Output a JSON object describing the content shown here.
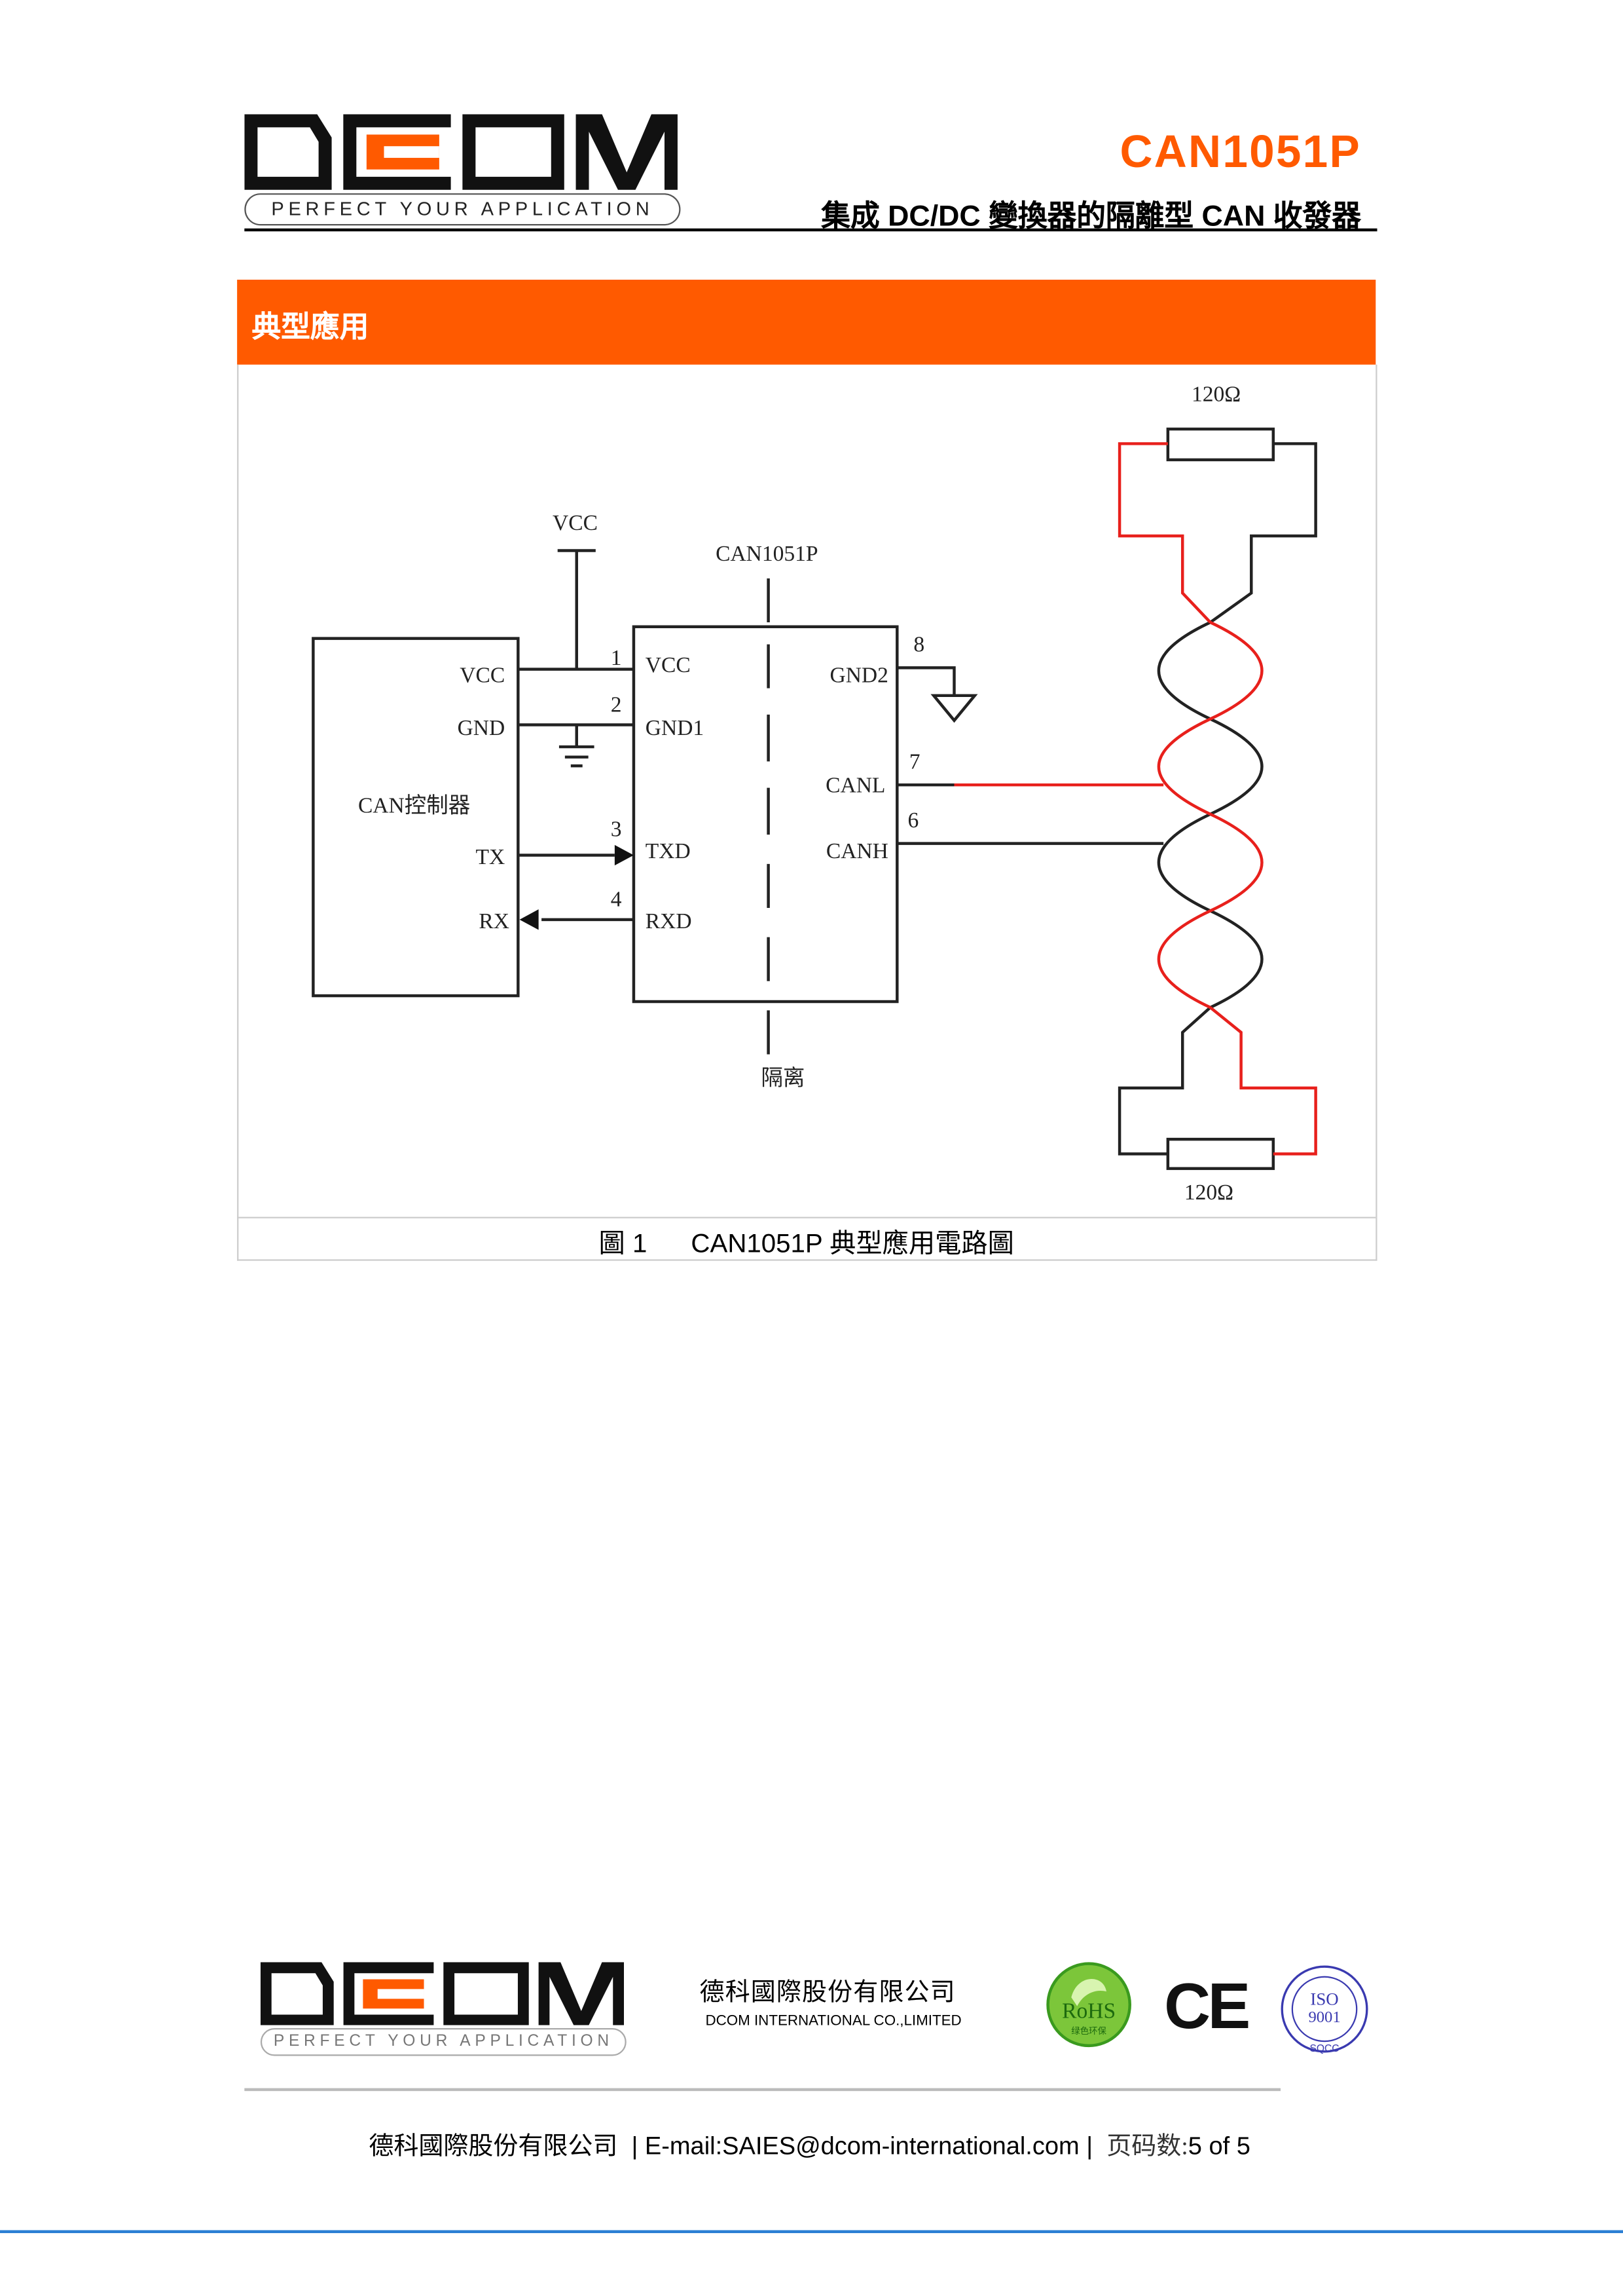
{
  "header": {
    "logo_text": "DCOM",
    "tagline": "PERFECT YOUR APPLICATION",
    "product": "CAN1051P",
    "subtitle": "集成 DC/DC 變換器的隔離型 CAN 收發器"
  },
  "section": {
    "title": "典型應用"
  },
  "figure": {
    "caption_num": "圖 1",
    "caption_text": "CAN1051P 典型應用電路圖",
    "vcc_rail": "VCC",
    "chip_name": "CAN1051P",
    "isolation": "隔离",
    "resistor_top": "120Ω",
    "resistor_bottom": "120Ω",
    "controller": {
      "name": "CAN控制器",
      "pins": [
        "VCC",
        "GND",
        "TX",
        "RX"
      ]
    },
    "chip_left_pins": [
      {
        "num": "1",
        "label": "VCC"
      },
      {
        "num": "2",
        "label": "GND1"
      },
      {
        "num": "3",
        "label": "TXD"
      },
      {
        "num": "4",
        "label": "RXD"
      }
    ],
    "chip_right_pins": [
      {
        "num": "8",
        "label": "GND2"
      },
      {
        "num": "7",
        "label": "CANL"
      },
      {
        "num": "6",
        "label": "CANH"
      }
    ],
    "colors": {
      "canl_wire": "#e8201c",
      "canh_wire": "#222222"
    }
  },
  "footer": {
    "logo_text": "DCOM",
    "tagline": "PERFECT YOUR APPLICATION",
    "company_cn": "德科國際股份有限公司",
    "company_en": "DCOM INTERNATIONAL CO.,LIMITED",
    "certs": {
      "rohs": "RoHS",
      "rohs_sub": "绿色环保",
      "ce": "CE",
      "iso": "ISO",
      "iso_num": "9001",
      "iso_org": "SQCC"
    },
    "line_company": "德科國際股份有限公司",
    "line_email": "E-mail:SAIES@dcom-international.com",
    "line_page_label": "页码数:",
    "line_page": "5 of 5"
  },
  "colors": {
    "accent": "#ff5a00",
    "rule_blue": "#2b7fd4"
  }
}
